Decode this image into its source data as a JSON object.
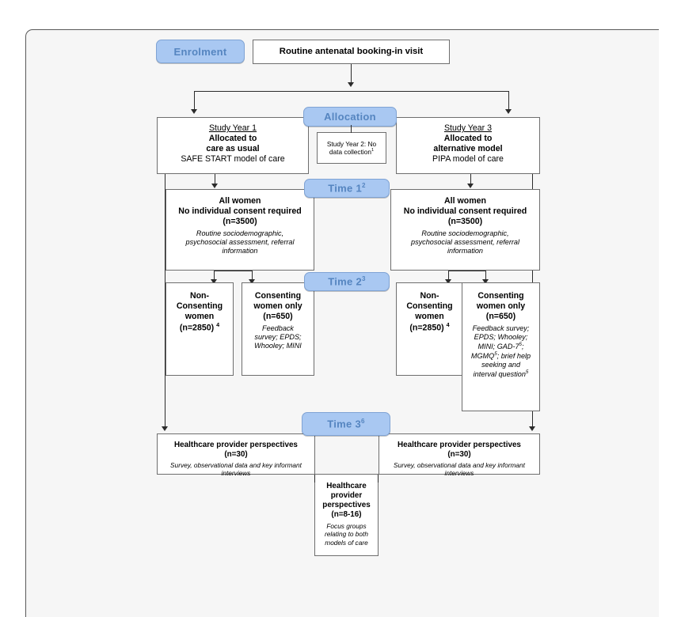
{
  "diagram": {
    "title": "Study design flow diagram",
    "background_color": "#f6f6f6",
    "stage_fill": "#a9c8f2",
    "stage_text_color": "#5585c0",
    "node_border_color": "#6e6e6e"
  },
  "stages": {
    "enrolment": "Enrolment",
    "allocation": "Allocation",
    "time1": "Time 1",
    "time1_sup": "2",
    "time2": "Time 2",
    "time2_sup": "3",
    "time3": "Time 3",
    "time3_sup": "6"
  },
  "enrolment_box": {
    "label": "Routine antenatal booking-in visit"
  },
  "allocation": {
    "left": {
      "year": "Study Year 1",
      "line1": "Allocated to",
      "line2": "care as usual",
      "line3": "SAFE START model of care"
    },
    "middle": {
      "line1": "Study Year 2: No",
      "line2": "data collection",
      "sup": "1"
    },
    "right": {
      "year": "Study Year 3",
      "line1": "Allocated to",
      "line2": "alternative model",
      "line3": "PIPA model of care"
    }
  },
  "time1": {
    "left": {
      "line1": "All women",
      "line2": "No individual consent required",
      "line3": "(n=3500)",
      "detail": "Routine sociodemographic, psychosocial assessment, referral information"
    },
    "right": {
      "line1": "All women",
      "line2": "No individual consent required",
      "line3": "(n=3500)",
      "detail": "Routine sociodemographic, psychosocial assessment, referral information"
    }
  },
  "time2": {
    "left_nonconsent": {
      "line1": "Non-",
      "line2": "Consenting",
      "line3": "women",
      "line4": "(n=2850)",
      "sup": "4"
    },
    "left_consent": {
      "line1": "Consenting",
      "line2": "women only",
      "line3": "(n=650)",
      "detail": "Feedback survey; EPDS; Whooley; MINI"
    },
    "right_nonconsent": {
      "line1": "Non-",
      "line2": "Consenting",
      "line3": "women",
      "line4": "(n=2850)",
      "sup": "4"
    },
    "right_consent": {
      "line1": "Consenting",
      "line2": "women only",
      "line3": "(n=650)",
      "detail_a": "Feedback survey; EPDS; Whooley; MINI; GAD-7",
      "detail_a_sup": "5",
      "detail_b": "; MGMQ",
      "detail_b_sup": "5",
      "detail_c": "; brief help seeking and interval question",
      "detail_c_sup": "5"
    }
  },
  "time3": {
    "left": {
      "line1": "Healthcare provider perspectives",
      "line2": "(n=30)",
      "detail": "Survey, observational data and key informant interviews"
    },
    "right": {
      "line1": "Healthcare provider perspectives",
      "line2": "(n=30)",
      "detail": "Survey, observational data and key informant interviews"
    },
    "middle": {
      "line1": "Healthcare",
      "line2": "provider",
      "line3": "perspectives",
      "line4": "(n=8-16)",
      "detail": "Focus groups relating to both models of care"
    }
  }
}
